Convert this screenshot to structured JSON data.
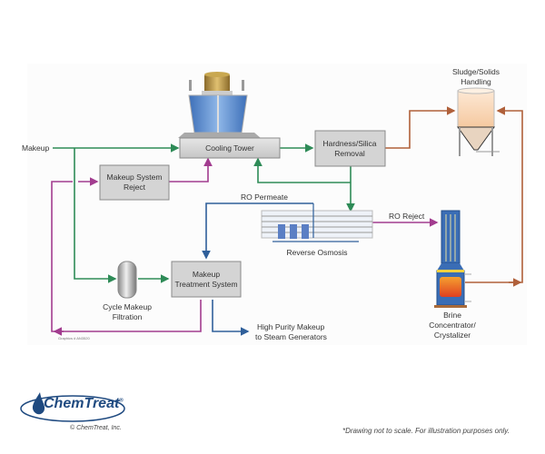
{
  "diagram": {
    "title": "Cooling tower makeup & water reuse process flow",
    "nodes": {
      "cooling_tower": "Cooling Tower",
      "hardness_silica": [
        "Hardness/Silica",
        "Removal"
      ],
      "sludge": [
        "Sludge/Solids",
        "Handling"
      ],
      "makeup_reject": [
        "Makeup System",
        "Reject"
      ],
      "reverse_osmosis": "Reverse Osmosis",
      "brine": [
        "Brine",
        "Concentrator/",
        "Crystalizer"
      ],
      "makeup_treatment": [
        "Makeup",
        "Treatment System"
      ],
      "cycle_filtration": [
        "Cycle Makeup",
        "Filtration"
      ]
    },
    "flow_labels": {
      "makeup": "Makeup",
      "ro_permeate": "RO Permeate",
      "ro_reject": "RO Reject",
      "high_purity": [
        "High Purity Makeup",
        "to Steam Generators"
      ]
    },
    "graphics_id": "Graphics # AN3520",
    "colors": {
      "green": "#2e8b57",
      "magenta": "#a23c8f",
      "blue": "#2f5f9a",
      "brown": "#b0603a",
      "box_fill": "#d4d4d4",
      "box_stroke": "#8a8a8a"
    }
  },
  "footer": {
    "brand": "ChemTreat",
    "trademark": "®",
    "copyright": "© ChemTreat, Inc.",
    "footnote": "*Drawing not to scale. For illustration purposes only."
  }
}
